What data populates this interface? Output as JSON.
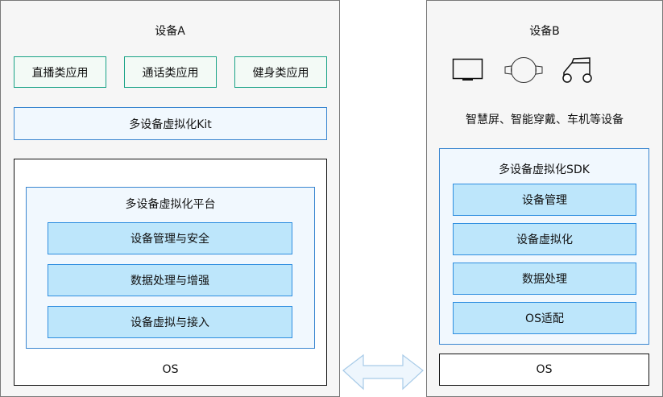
{
  "device_a": {
    "title": "设备A",
    "apps": [
      "直播类应用",
      "通话类应用",
      "健身类应用"
    ],
    "kit": "多设备虚拟化Kit",
    "platform": {
      "title": "多设备虚拟化平台",
      "modules": [
        "设备管理与安全",
        "数据处理与增强",
        "设备虚拟与接入"
      ]
    },
    "os": "OS"
  },
  "device_b": {
    "title": "设备B",
    "icons": [
      "tv-icon",
      "wearable-icon",
      "car-icon"
    ],
    "caption": "智慧屏、智能穿戴、车机等设备",
    "sdk": {
      "title": "多设备虚拟化SDK",
      "modules": [
        "设备管理",
        "设备虚拟化",
        "数据处理",
        "OS适配"
      ]
    },
    "os": "OS"
  },
  "colors": {
    "app_border": "#1aa387",
    "blue_border": "#2e8ee0",
    "module_fill": "#bde6fb",
    "light_fill": "#f1f8fe",
    "arrow": "#a8cbe8"
  }
}
